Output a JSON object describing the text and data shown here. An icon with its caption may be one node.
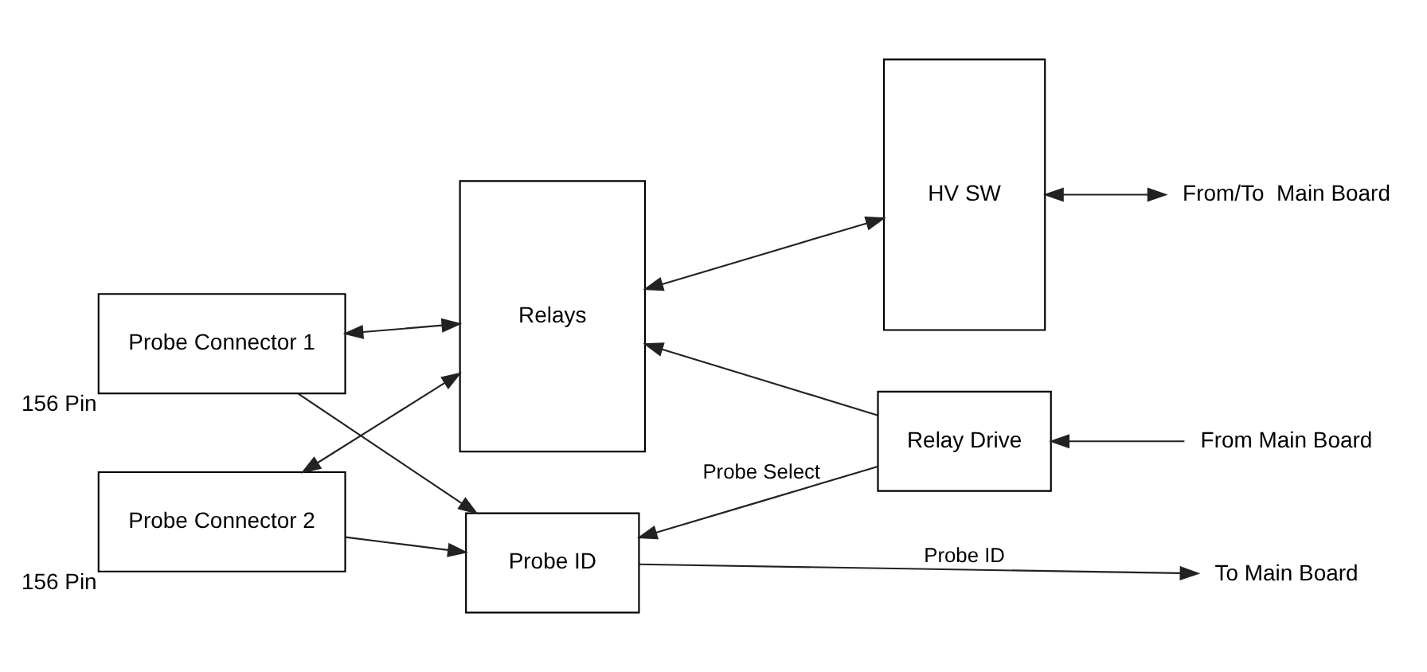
{
  "diagram": {
    "nodes": [
      {
        "text": [
          "Probe Connector 1"
        ],
        "beside": [
          "156 Pin"
        ]
      },
      {
        "text": [
          "Probe Connector 2"
        ],
        "beside": [
          "156 Pin"
        ]
      },
      {
        "text": [
          "Relays"
        ]
      },
      {
        "text": [
          "HV SW"
        ]
      },
      {
        "text": [
          "Relay Drive"
        ]
      },
      {
        "text": [
          "Probe ID"
        ]
      },
      {
        "text": [
          "From/To  Main Board"
        ]
      },
      {
        "text": [
          "From Main Board"
        ]
      },
      {
        "text": [
          "To Main Board"
        ]
      }
    ],
    "edges": [
      {
        "from": 0,
        "to": 2,
        "arrow": "both"
      },
      {
        "from": 1,
        "to": 2,
        "arrow": "both"
      },
      {
        "from": 2,
        "to": 3,
        "arrow": "both"
      },
      {
        "from": 3,
        "to": 6,
        "arrow": "both"
      },
      {
        "from": 7,
        "to": 4,
        "arrow": "to"
      },
      {
        "from": 4,
        "to": 2,
        "arrow": "to"
      },
      {
        "from": 4,
        "to": 5,
        "arrow": "to",
        "label": "Probe Select"
      },
      {
        "from": 0,
        "to": 5,
        "arrow": "to"
      },
      {
        "from": 1,
        "to": 5,
        "arrow": "to"
      },
      {
        "from": 5,
        "to": 8,
        "arrow": "to",
        "label": "Probe ID"
      }
    ]
  }
}
